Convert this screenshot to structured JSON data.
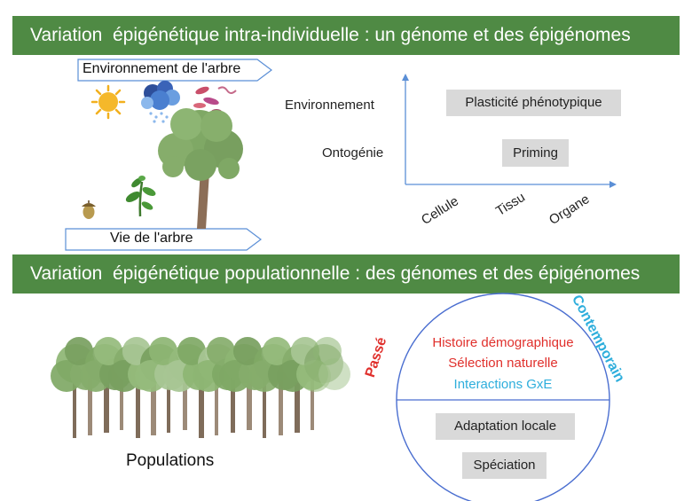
{
  "top_section": {
    "banner": "Variation  épigénétique intra-individuelle : un génome et des épigénomes",
    "environment_arrow": "Environnement  de l'arbre",
    "life_arrow": "Vie de l'arbre",
    "y_labels": [
      "Environnement",
      "Ontogénie"
    ],
    "x_labels": [
      "Cellule",
      "Tissu",
      "Organe"
    ],
    "boxes": [
      "Plasticité phénotypique",
      "Priming"
    ]
  },
  "bottom_section": {
    "banner": "Variation  épigénétique populationnelle : des génomes et des épigénomes",
    "populations_label": "Populations",
    "passe_label": "Passé",
    "contemporain_label": "Contemporain",
    "circle_top_lines": [
      "Histoire démographique",
      "Sélection naturelle",
      "Interactions GxE"
    ],
    "circle_bottom_boxes": [
      "Adaptation locale",
      "Spéciation"
    ]
  },
  "colors": {
    "banner": "#4f8a44",
    "red_text": "#e0302c",
    "blue_text": "#2eaedc",
    "axis": "#5b8fd6",
    "box_gray": "#d9d9d9"
  }
}
